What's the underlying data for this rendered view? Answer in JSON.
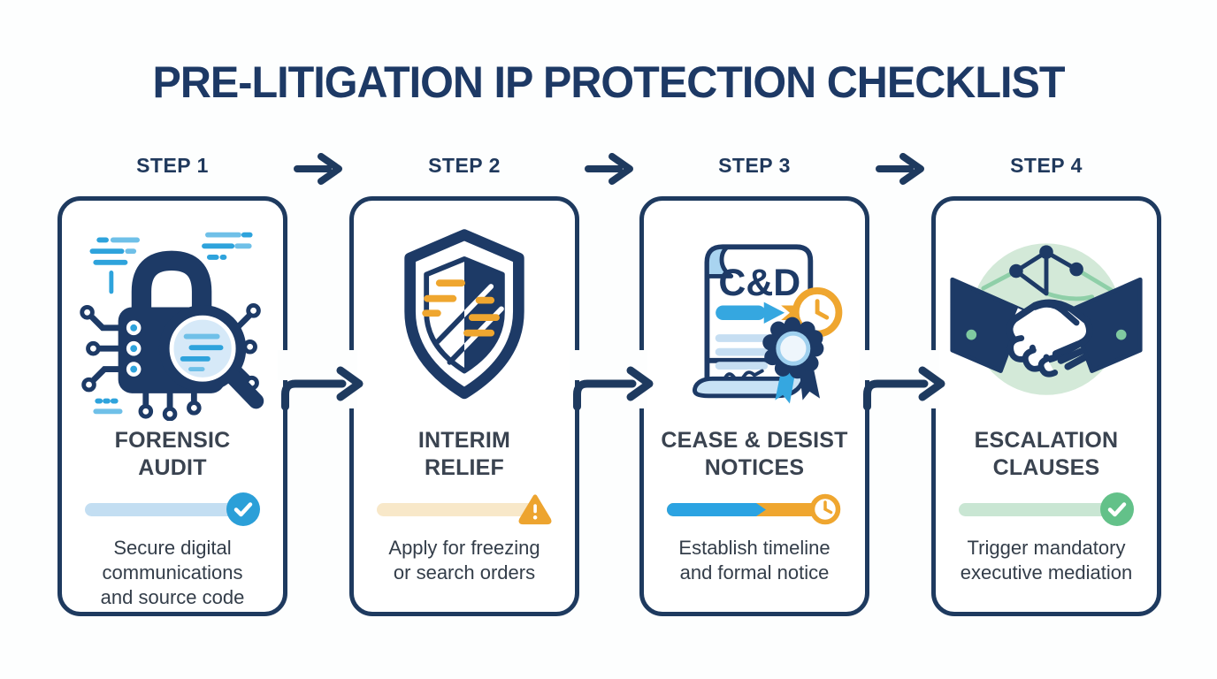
{
  "title": "PRE-LITIGATION IP PROTECTION CHECKLIST",
  "colors": {
    "navy": "#1e3a5f",
    "accent_blue": "#2ba3e2",
    "light_blue_bar": "#c3def2",
    "lens_blue": "#d6e9f8",
    "orange": "#efa62f",
    "light_orange_bar": "#f8e8c9",
    "green_badge": "#63c189",
    "light_green_bar": "#c9e6d3",
    "handshake_green": "#d3e9d8"
  },
  "steps": [
    {
      "step_label": "STEP 1",
      "title_line1": "FORENSIC",
      "title_line2": "AUDIT",
      "desc_line1": "Secure digital",
      "desc_line2": "communications",
      "desc_line3": "and source code",
      "status": "complete",
      "progress_badge": "checkmark",
      "icon": "lock-magnifier-circuit"
    },
    {
      "step_label": "STEP 2",
      "title_line1": "INTERIM",
      "title_line2": "RELIEF",
      "desc_line1": "Apply for freezing",
      "desc_line2": "or search orders",
      "desc_line3": "",
      "status": "warning",
      "progress_badge": "warning-triangle",
      "icon": "split-shield"
    },
    {
      "step_label": "STEP 3",
      "title_line1": "CEASE & DESIST",
      "title_line2": "NOTICES",
      "desc_line1": "Establish timeline",
      "desc_line2": "and formal notice",
      "desc_line3": "",
      "status": "in-progress",
      "progress_badge": "clock",
      "icon": "cd-document-seal",
      "icon_text": "C&D"
    },
    {
      "step_label": "STEP 4",
      "title_line1": "ESCALATION",
      "title_line2": "CLAUSES",
      "desc_line1": "Trigger mandatory",
      "desc_line2": "executive mediation",
      "desc_line3": "",
      "status": "complete",
      "progress_badge": "checkmark",
      "icon": "handshake-network"
    }
  ]
}
